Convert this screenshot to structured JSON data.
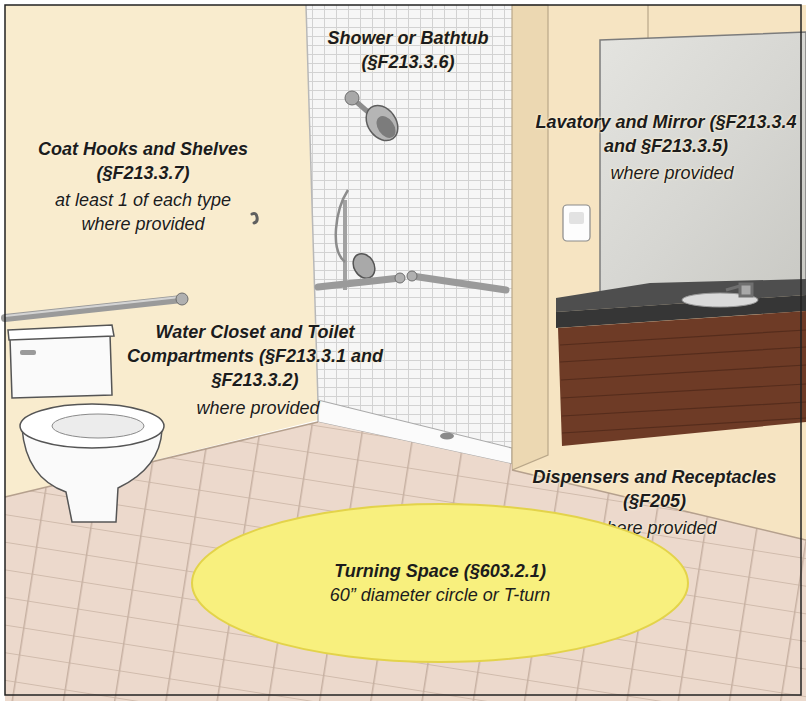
{
  "diagram": {
    "nodes": [
      {
        "text": [
          "Turning Space (§603.2.1)",
          "60” diameter circle or T-turn"
        ]
      }
    ],
    "labels": [
      "Coat Hooks and Shelves (§F213.3.7)",
      "at least 1 of each type where provided",
      "Shower or Bathtub (§F213.3.6)",
      "Lavatory and Mirror (§F213.3.4 and §F213.3.5)",
      "where provided",
      "Water Closet and Toilet Compartments (§F213.3.1 and §F213.3.2)",
      "where provided",
      "Dispensers and Receptacles (§F205)",
      "where provided"
    ]
  }
}
